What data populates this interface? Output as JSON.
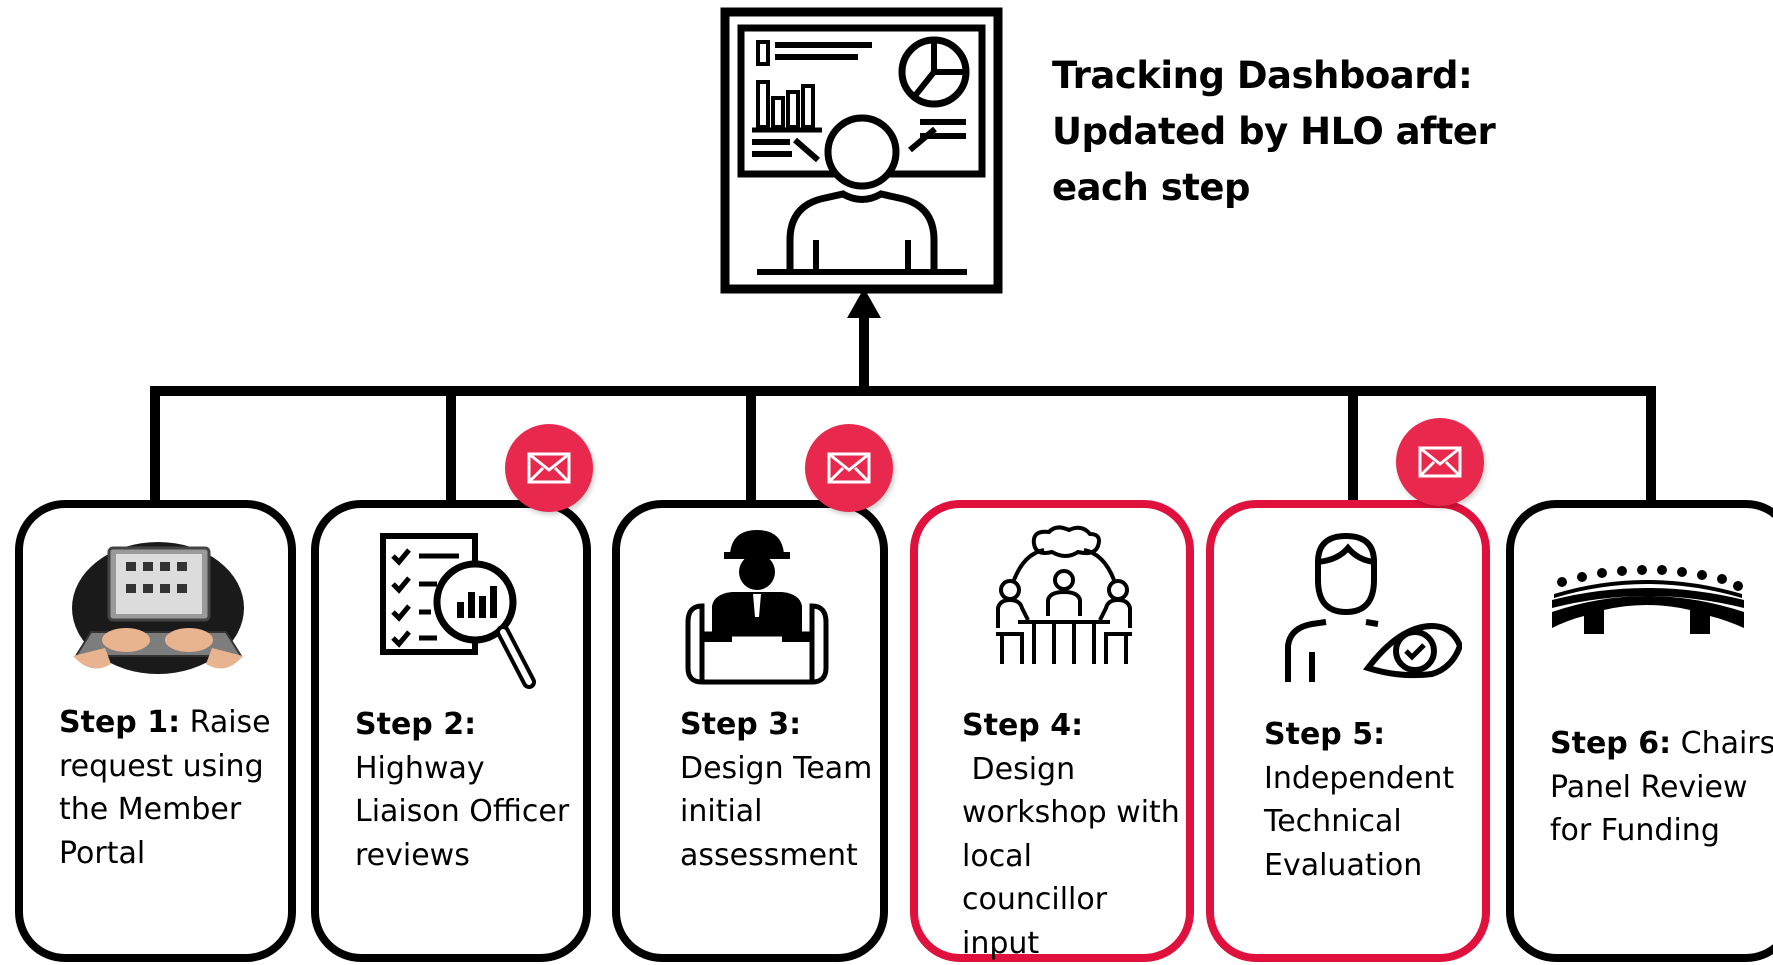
{
  "dashboard": {
    "title_lines": [
      "Tracking Dashboard:",
      "Updated by HLO after",
      "each step"
    ]
  },
  "steps": [
    {
      "label": "Step 1:",
      "text_lines": [
        " Raise",
        "request using",
        "the Member",
        "Portal"
      ],
      "icon": "laptop-typing-icon",
      "highlight": false
    },
    {
      "label": "Step 2:",
      "text_lines": [
        "Highway",
        "Liaison Officer",
        "reviews"
      ],
      "icon": "checklist-magnifier-icon",
      "highlight": false
    },
    {
      "label": "Step 3:",
      "text_lines": [
        "Design Team",
        "initial",
        "assessment"
      ],
      "icon": "engineer-blueprint-icon",
      "highlight": false
    },
    {
      "label": "Step 4:",
      "text_lines": [
        " Design",
        "workshop with",
        "local councillor",
        "input"
      ],
      "icon": "workshop-table-icon",
      "highlight": true
    },
    {
      "label": "Step 5:",
      "text_lines": [
        "Independent",
        "Technical",
        "Evaluation"
      ],
      "icon": "person-eye-icon",
      "highlight": true
    },
    {
      "label": "Step 6:",
      "text_lines": [
        " Chairs",
        "Panel Review",
        "for Funding"
      ],
      "icon": "panel-chamber-icon",
      "highlight": false
    }
  ],
  "notifications": [
    "mail-icon",
    "mail-icon",
    "mail-icon"
  ],
  "colors": {
    "accent": "#e0123d",
    "mail_badge": "#e8294d",
    "line": "#000000"
  }
}
